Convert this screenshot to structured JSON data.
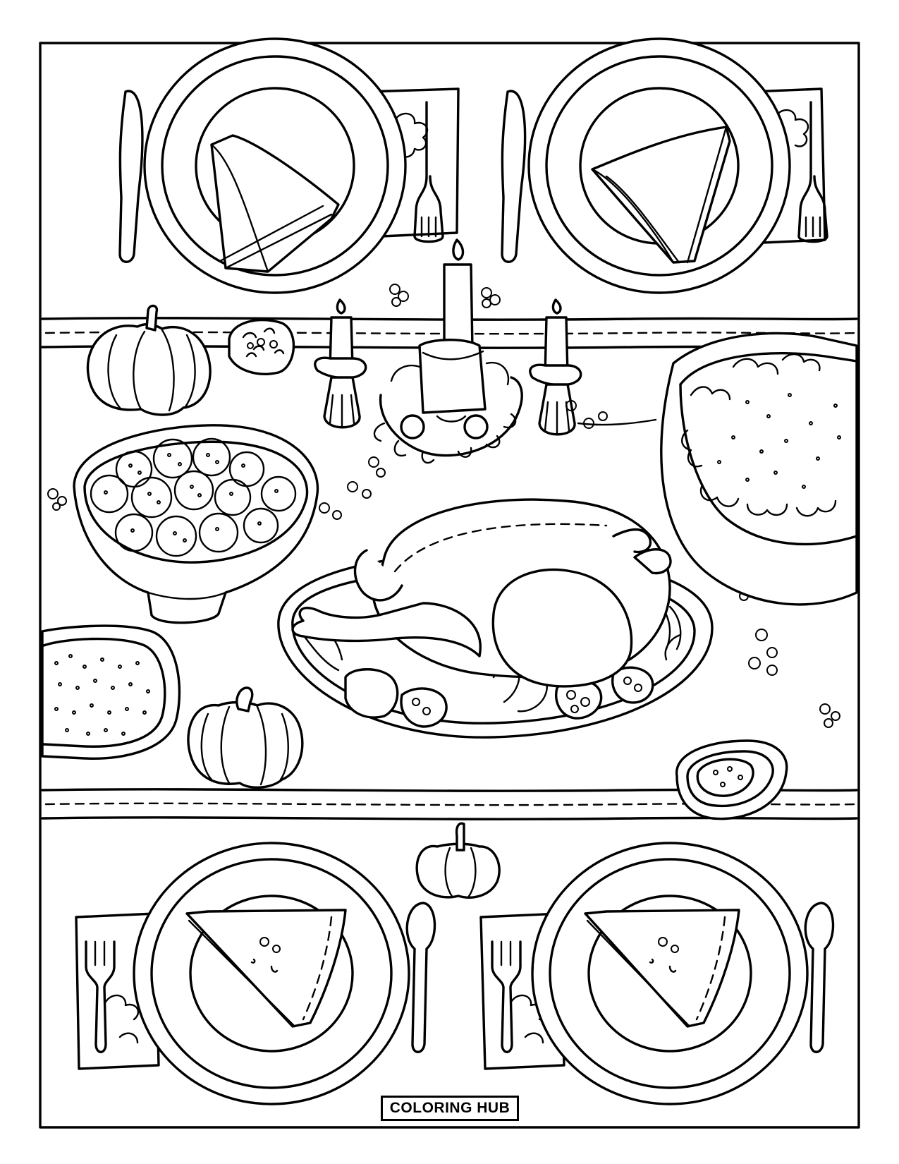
{
  "page": {
    "type": "coloring-page",
    "theme": "thanksgiving-table",
    "brand_label": "COLORING HUB",
    "colors": {
      "ink": "#000000",
      "paper": "#ffffff"
    }
  }
}
